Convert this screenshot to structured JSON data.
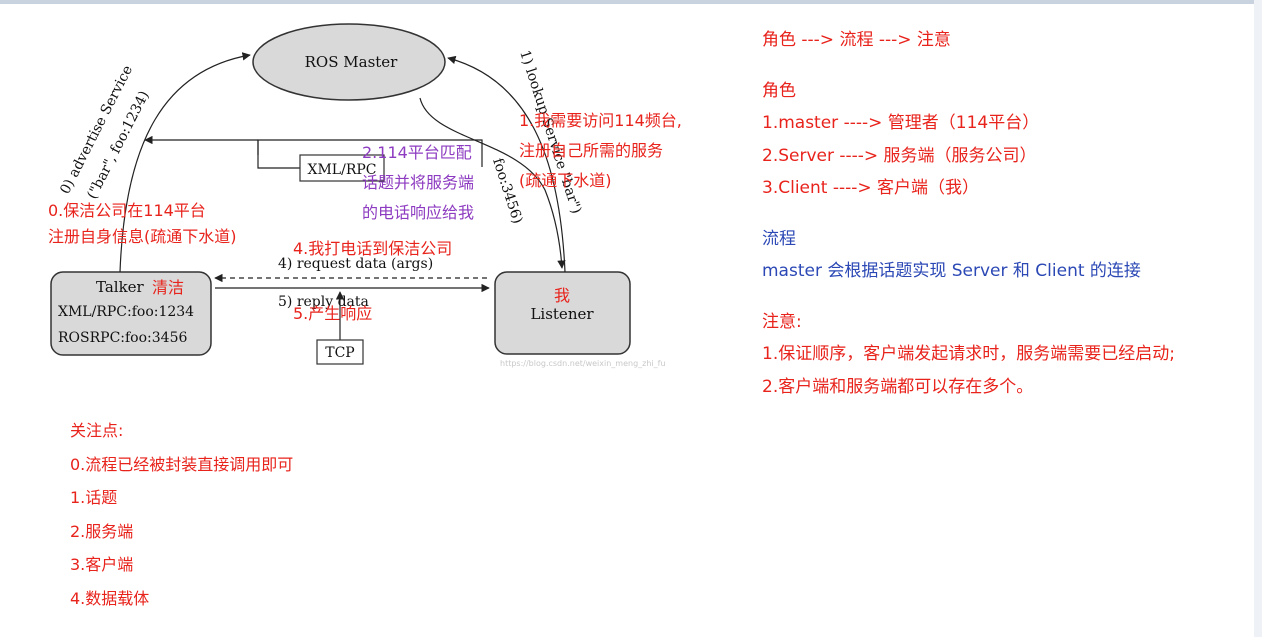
{
  "diagram": {
    "master_label": "ROS Master",
    "talker": {
      "title": "Talker",
      "title_cn": "清洁",
      "line1": "XML/RPC:foo:1234",
      "line2": "ROSRPC:foo:3456"
    },
    "listener": {
      "title_cn": "我",
      "title": "Listener"
    },
    "xmlrpc_box": "XML/RPC",
    "tcp_box": "TCP",
    "edge_advertise_1": "0)  advertise Service",
    "edge_advertise_2": "(\"bar\", foo:1234)",
    "edge_lookup_1": "1)  lookup Service \"bar\")",
    "edge_lookup_2": "foo:3456)",
    "edge_request": "4)  request data (args)",
    "edge_reply": "5)  reply data",
    "watermark": "https://blog.csdn.net/weixin_meng_zhi_fu"
  },
  "annotations": {
    "a0_line1": "0.保洁公司在114平台",
    "a0_line2": "注册自身信息(疏通下水道)",
    "a1_line1": "1.我需要访问114频台,",
    "a1_line2": "注册自己所需的服务",
    "a1_line3": "(疏通下水道)",
    "a2_line1": "2.114平台匹配",
    "a2_line2": "话题并将服务端",
    "a2_line3": "的电话响应给我",
    "a4": "4.我打电话到保洁公司",
    "a5": "5.产生响应"
  },
  "notes": {
    "title": "关注点:",
    "items": [
      "0.流程已经被封装直接调用即可",
      "1.话题",
      "2.服务端",
      "3.客户端",
      "4.数据载体"
    ]
  },
  "right": {
    "header": "角色 ---> 流程 ---> 注意",
    "roles_title": "角色",
    "roles": [
      "1.master ----> 管理者（114平台）",
      "2.Server ---->  服务端（服务公司）",
      "3.Client  ---->  客户端（我）"
    ],
    "flow_title": "流程",
    "flow_text": "master 会根据话题实现 Server 和 Client 的连接",
    "note_title": "注意:",
    "notes": [
      "1.保证顺序，客户端发起请求时，服务端需要已经启动;",
      "2.客户端和服务端都可以存在多个。"
    ]
  },
  "colors": {
    "red": "#e8231c",
    "purple": "#8d3bc0",
    "blue": "#2b48b5",
    "node_fill": "#d9d9d9"
  }
}
